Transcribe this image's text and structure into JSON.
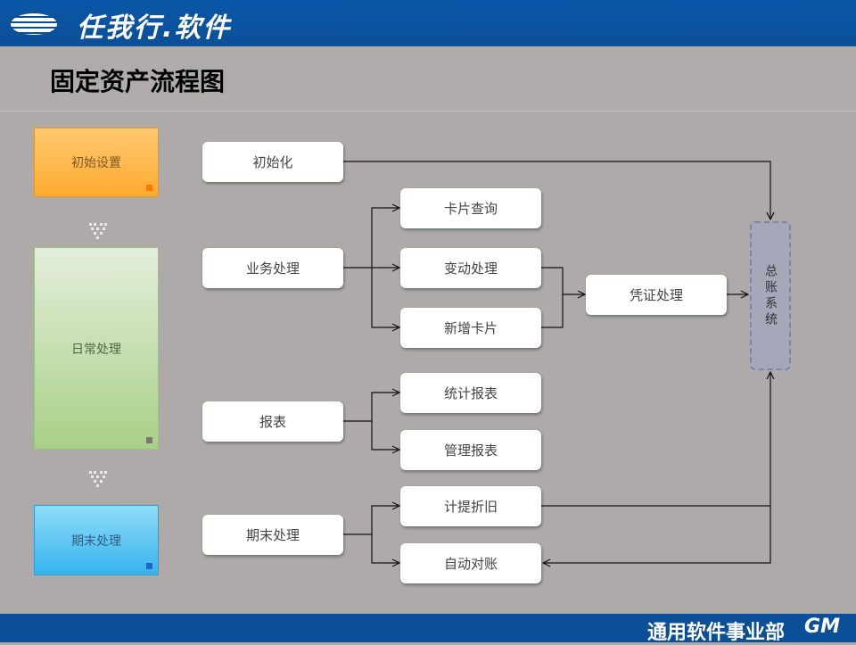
{
  "header": {
    "logo_text": "任我行.软件"
  },
  "page": {
    "title": "固定资产流程图"
  },
  "footer": {
    "department": "通用软件事业部",
    "logo": "GM"
  },
  "phases": {
    "init": "初始设置",
    "daily": "日常处理",
    "end": "期末处理"
  },
  "nodes": {
    "init": "初始化",
    "business": "业务处理",
    "card_query": "卡片查询",
    "change": "变动处理",
    "new_card": "新增卡片",
    "voucher": "凭证处理",
    "report": "报表",
    "stat_report": "统计报表",
    "mgmt_report": "管理报表",
    "period_end": "期末处理",
    "depreciation": "计提折旧",
    "reconcile": "自动对账",
    "ledger": "总账系统"
  },
  "colors": {
    "header_blue": "#0b4f98",
    "init_orange": "#ffab2e",
    "daily_green": "#a8d187",
    "end_blue": "#36b4ee"
  }
}
